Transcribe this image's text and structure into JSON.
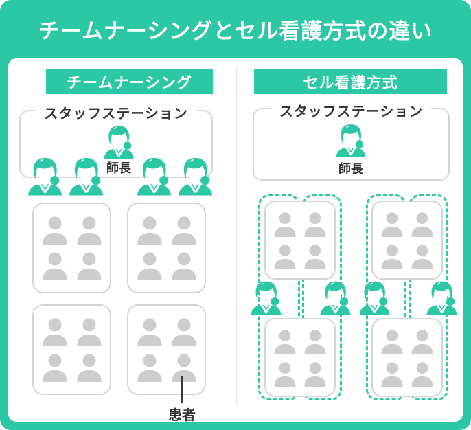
{
  "title": "チームナーシングとセル看護方式の違い",
  "colors": {
    "accent_green": "#2cc7a4",
    "patient_gray": "#cdcdcd",
    "box_border_gray": "#d4d4d4",
    "text_dark": "#333333",
    "background_white": "#ffffff"
  },
  "left_panel": {
    "header": "チームナーシング",
    "station": {
      "label": "スタッフステーション",
      "head_nurse_label": "師長"
    },
    "team_nurse_count": 4,
    "patient_boxes": 4,
    "patients_per_box": 4,
    "patient_label": "患者"
  },
  "right_panel": {
    "header": "セル看護方式",
    "station": {
      "label": "スタッフステーション",
      "head_nurse_label": "師長"
    },
    "cell_count": 4,
    "cell_nurse_count": 4,
    "patient_boxes": 4,
    "patients_per_box": 4
  },
  "icons": {
    "nurse": "nurse-icon",
    "patient": "patient-icon"
  }
}
